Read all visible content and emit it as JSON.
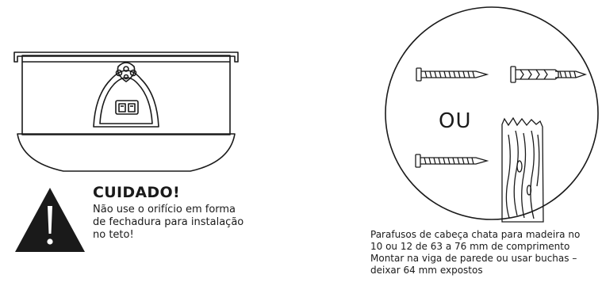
{
  "warning": {
    "title": "CUIDADO!",
    "lines": [
      "Não use o orifício em forma",
      "de fechadura para instalação",
      "no teto!"
    ]
  },
  "hardware": {
    "or_label": "OU",
    "caption_lines": [
      "Parafusos de cabeça chata para madeira no",
      "10 ou 12 de 63 a 76 mm de comprimento",
      "Montar na viga de parede ou usar buchas –",
      "deixar 64 mm expostos"
    ]
  },
  "colors": {
    "ink": "#1a1a1a",
    "background": "#ffffff"
  }
}
